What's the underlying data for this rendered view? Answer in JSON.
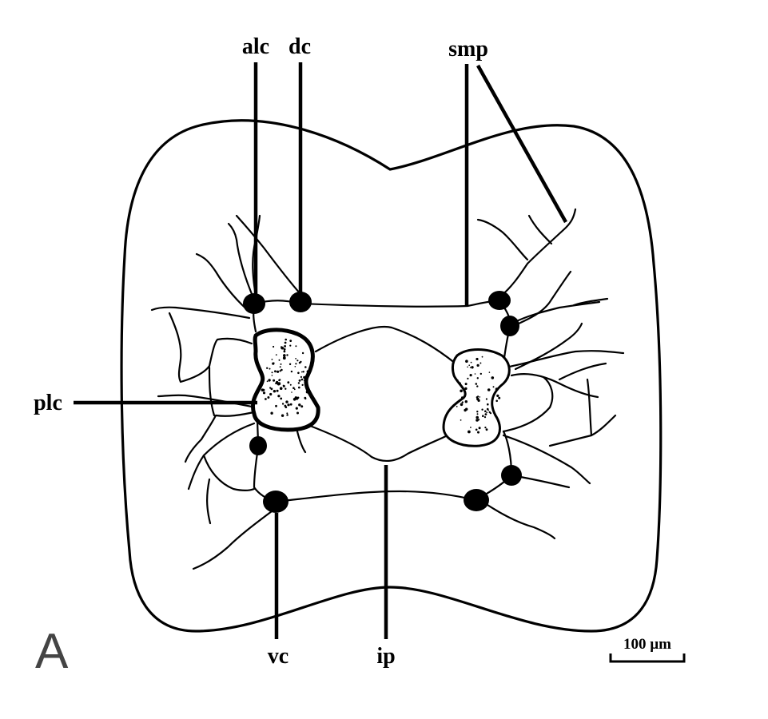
{
  "panel_label": "A",
  "labels": {
    "alc": "alc",
    "dc": "dc",
    "smp": "smp",
    "plc": "plc",
    "vc": "vc",
    "ip": "ip"
  },
  "scale_bar": "100 µm"
}
